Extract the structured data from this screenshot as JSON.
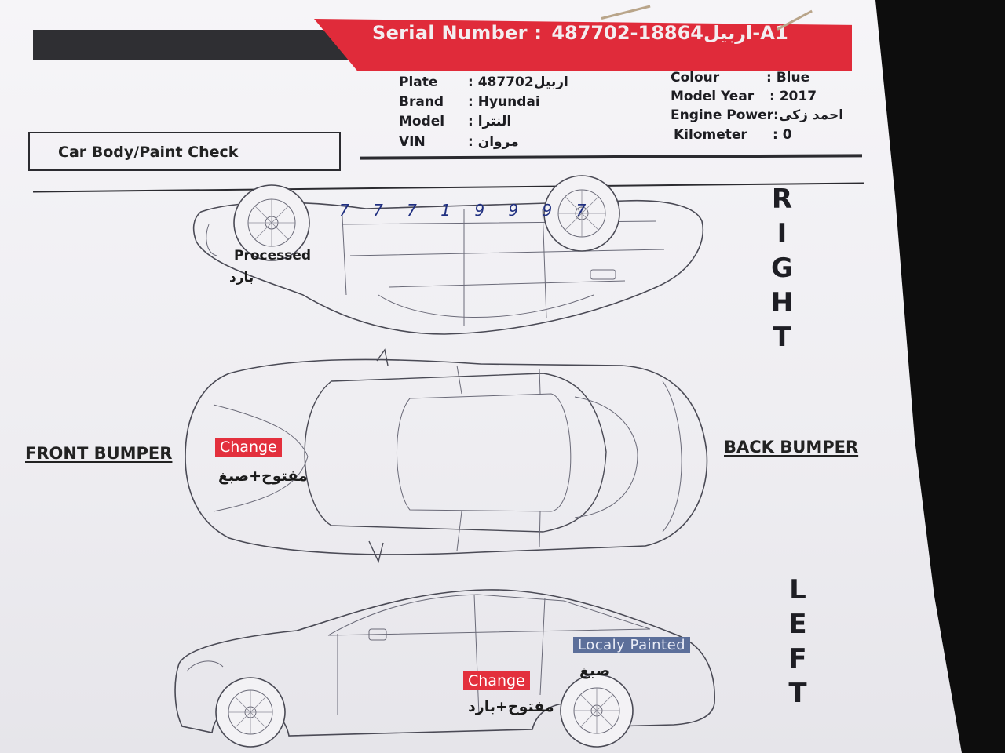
{
  "header": {
    "serial_label": "Serial Number :",
    "serial_value": "اربيل18864-487702-A1"
  },
  "vehicle_left": [
    {
      "label": "Plate",
      "value": "اربيل487702"
    },
    {
      "label": "Brand",
      "value": "Hyundai"
    },
    {
      "label": "Model",
      "value": "النترا"
    },
    {
      "label": "VIN",
      "value": "مروان"
    }
  ],
  "vehicle_right": [
    {
      "label": "Colour",
      "value": "Blue"
    },
    {
      "label": "Model Year",
      "value": "2017"
    },
    {
      "label": "Engine Power:",
      "value": "احمد زكى"
    },
    {
      "label": "Kilometer",
      "value": "0"
    }
  ],
  "section_title": "Car Body/Paint Check",
  "sides": {
    "right": "RIGHT",
    "left": "LEFT",
    "front": "FRONT BUMPER",
    "back": "BACK BUMPER"
  },
  "annotations": {
    "right_view": {
      "label": "Processed",
      "note": "بارد",
      "handwriting": "7 7 7 1 9 9 9 7"
    },
    "top_view": {
      "tag": "Change",
      "note": "مفتوح+صبغ"
    },
    "left_view_door": {
      "tag": "Change",
      "note": "مفتوح+بارد"
    },
    "left_view_rear": {
      "tag": "Localy Painted",
      "note": "صبغ"
    }
  },
  "colors": {
    "accent_red": "#e02b3a",
    "dark_bar": "#2f2f33",
    "tag_blue": "#5c6f9a",
    "pen_blue": "#1f2f80"
  }
}
